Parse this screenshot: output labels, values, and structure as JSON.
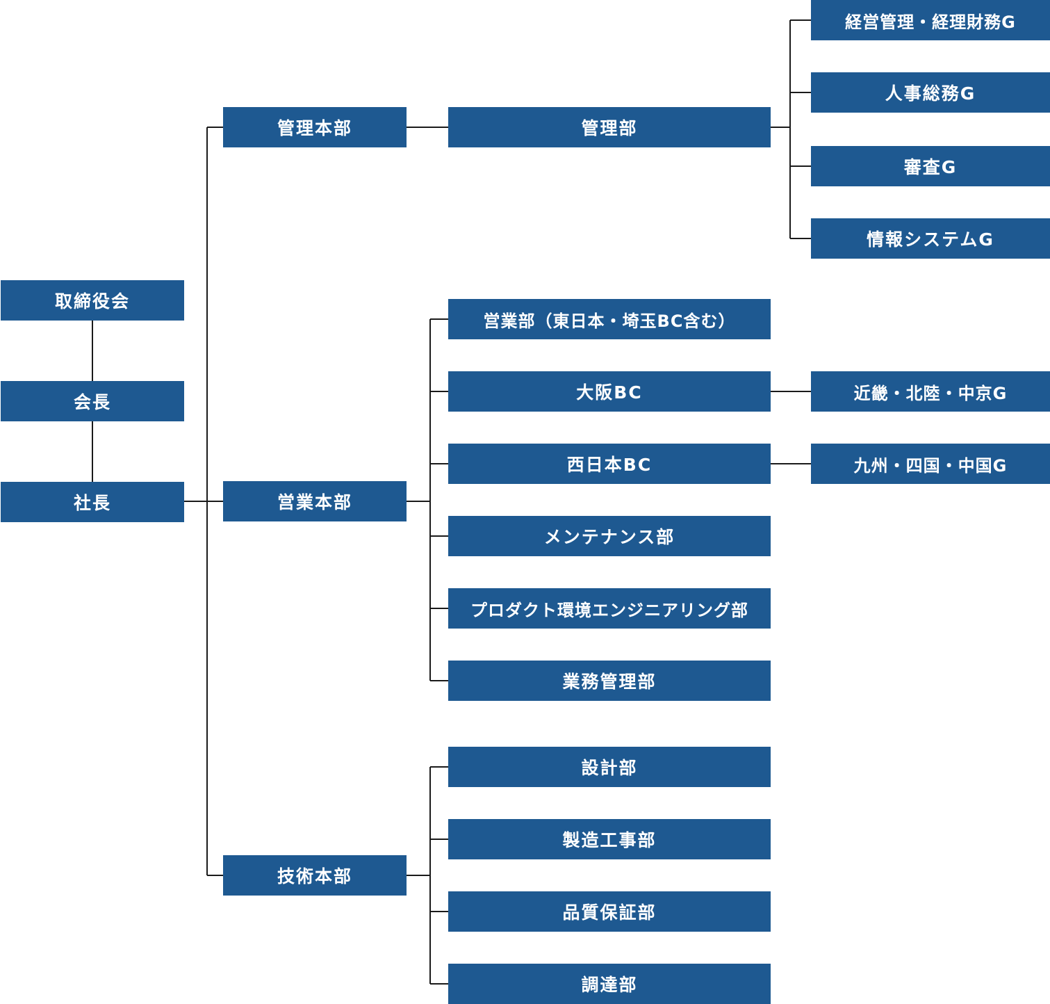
{
  "org": {
    "board": "取締役会",
    "chairman": "会長",
    "president": "社長",
    "admin_hq": "管理本部",
    "admin_dept": "管理部",
    "g_keiei": "経営管理・経理財務G",
    "g_jinji": "人事総務G",
    "g_shinsa": "審査G",
    "g_joho": "情報システムG",
    "sales_hq": "営業本部",
    "sales_dept": "営業部（東日本・埼玉BC含む）",
    "osaka_bc": "大阪BC",
    "g_kinki": "近畿・北陸・中京G",
    "nishi_bc": "西日本BC",
    "g_kyushu": "九州・四国・中国G",
    "maint_dept": "メンテナンス部",
    "product_dept": "プロダクト環境エンジニアリング部",
    "biz_dept": "業務管理部",
    "tech_hq": "技術本部",
    "design_dept": "設計部",
    "mfg_dept": "製造工事部",
    "qa_dept": "品質保証部",
    "proc_dept": "調達部"
  }
}
